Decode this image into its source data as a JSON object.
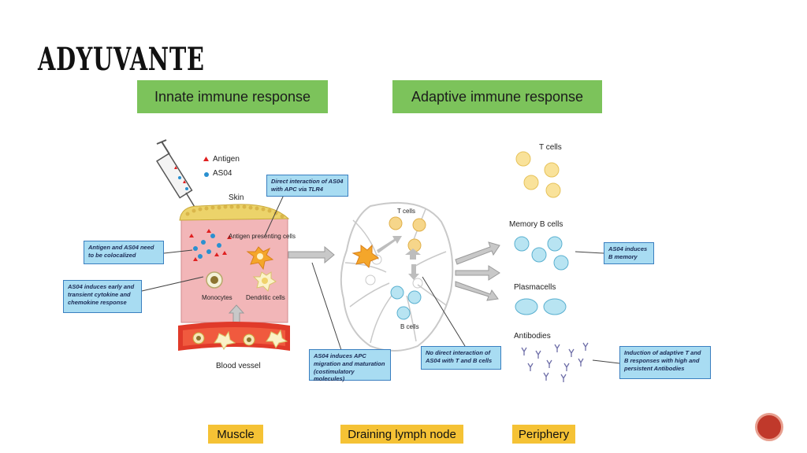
{
  "title": "ADYUVANTE",
  "headers": {
    "innate": "Innate immune response",
    "adaptive": "Adaptive immune response"
  },
  "legend": {
    "antigen": "Antigen",
    "as04": "AS04"
  },
  "labels": {
    "skin": "Skin",
    "apc": "Antigen presenting cells",
    "monocytes": "Monocytes",
    "dendritic": "Dendritic cells",
    "blood_vessel": "Blood vessel",
    "t_cells_node": "T cells",
    "b_cells_node": "B cells",
    "t_cells": "T cells",
    "memory_b": "Memory B cells",
    "plasmacells": "Plasmacells",
    "antibodies": "Antibodies"
  },
  "notes": {
    "direct_interaction": "Direct interaction of AS04 with APC via TLR4",
    "colocalized": "Antigen and AS04 need to be colocalized",
    "cytokine": "AS04 induces early and transient cytokine and chemokine response",
    "apc_migration": "AS04 induces APC migration and maturation (costimulatory molecules)",
    "no_direct": "No direct interaction of AS04 with T and B cells",
    "b_memory": "AS04 induces B memory",
    "adaptive_induction": "Induction of adaptive T and B responses with high and persistent Antibodies"
  },
  "bottom": {
    "muscle": "Muscle",
    "lymph": "Draining lymph node",
    "periphery": "Periphery"
  },
  "colors": {
    "green": "#7cc35b",
    "note_bg": "#a8dcf2",
    "orange": "#f5c235",
    "tissue": "#f2b6b8",
    "vessel": "#e03a2a",
    "accent_red": "#c0392b"
  }
}
